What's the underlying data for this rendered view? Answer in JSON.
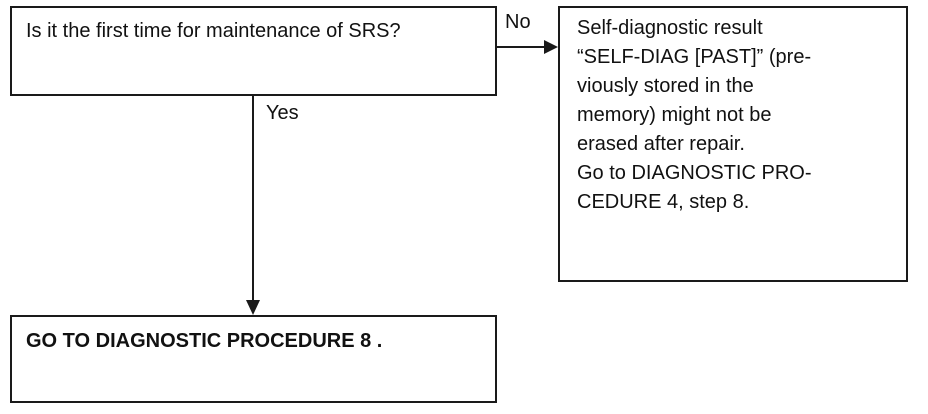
{
  "flowchart": {
    "question": "Is it the first time for maintenance of SRS?",
    "no_label": "No",
    "yes_label": "Yes",
    "no_result": {
      "lines": [
        "Self-diagnostic result",
        "“SELF-DIAG [PAST]” (pre-",
        "viously stored in the",
        "memory) might not be",
        "erased after repair.",
        "Go to DIAGNOSTIC PRO-",
        "CEDURE 4, step 8."
      ]
    },
    "yes_result": "GO TO DIAGNOSTIC PROCEDURE 8 ."
  }
}
